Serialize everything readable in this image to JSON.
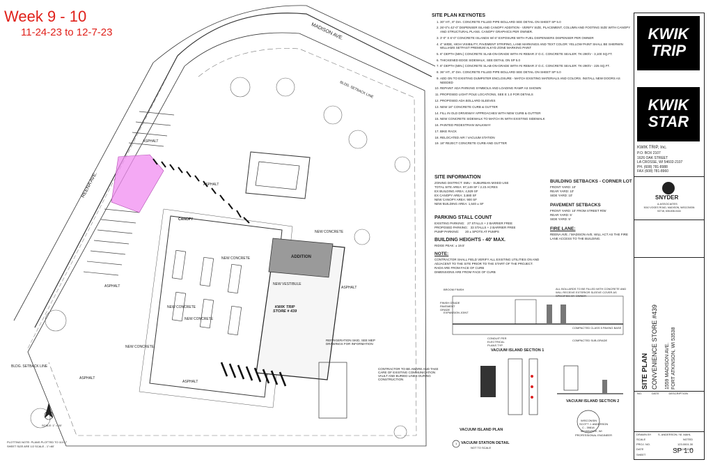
{
  "header": {
    "week": "Week 9 - 10",
    "dates": "11-24-23 to 12-7-23"
  },
  "streets": {
    "madison": "MADISON AVE.",
    "reena": "REENA AVE."
  },
  "plan_labels": {
    "asphalt": "ASPHALT",
    "new_concrete": "NEW CONCRETE",
    "canopy": "CANOPY",
    "addition": "ADDITION",
    "store": "KWIK TRIP\nSTORE # 439",
    "new_vestibule": "NEW VESTIBULE",
    "bldg_setback": "BLDG. SETBACK LINE",
    "refrig_note": "REFRIGERATION SKID, SEE MEP DRAWINGS FOR INFORMATION",
    "contractor_note": "CONTRACTOR TO BE AWARE AND TAKE CARE OF EXISTING COMMUNICATION VAULT AND BURIED LINES DURING CONSTRUCTION",
    "scale": "SCALE: 1\" = 30'",
    "plot_note1": "PLOTTING NOTE: PLANS PLOTTED TO 11X17",
    "plot_note2": "SHEET SIZE ARE 1/2 SCALE - 1\"=60'"
  },
  "keynotes": {
    "title": "SITE PLAN KEYNOTES",
    "items": [
      "30\" HT., 8\" DIA. CONCRETE FILLED PIPE BOLLARD SEE DETAIL ON SHEET SP 5.0",
      "26'-0\"x 42'-0\" DISPENSER ISLAND CANOPY ADDITION - VERIFY SIZE, PLACEMENT, COLUMN AND FOOTING SIZE WITH CANOPY AND STRUCTURAL PLANS. CANOPY GRAPHICS PER OWNER.",
      "3'-0\" X 6'-0\" CONCRETE ISLANDS W/ 6\" EXPOSURE WITH FUEL DISPENSERS DISPENSER PER OWNER",
      "4\" WIDE, HIGH VISIBILITY, PAVEMENT STRIPING, LANE MARKINGS AND TEXT COLOR: YELLOW PAINT SHALL BE SHERWIN WILLIAMS SETFAST PREMIUM ALKYD ZONE MARKING PAINT",
      "6\" DEPTH (MIN.) CONCRETE SLAB-ON-GRADE WITH #4 REBAR 3' O.C. CONCRETE SEALER: TK-290/V - 3,100 SQ.FT.",
      "THICKENED EDGE SIDEWALK, SEE DETAIL ON SP 5.0",
      "6\" DEPTH (MIN.) CONCRETE SLAB-ON-GRADE WITH #4 REBAR 3' O.C. CONCRETE SEALER: TK-290/V - 225 SQ.FT.",
      "36\" HT., 8\" DIA. CONCRETE FILLED PIPE BOLLARD SEE DETAIL ON SHEET SP 5.0",
      "ADD ON TO EXISTING DUMPSTER ENCLOSURE - MATCH EXISTING MATERIALS AND COLORS. INSTALL NEW DOORS AS NEEDED",
      "REPAINT ADA PARKING SYMBOLS AND LOADING RAMP AS SHOWN",
      "PROPOSED LIGHT POLE LOCATIONS, SEE E 1.0 FOR DETAILS",
      "PROPOSED ADA BOLLARD SLEEVES",
      "NEW 18\" CONCRETE CURB & GUTTER",
      "FILL IN OLD DRIVEWAY APPROACHES WITH NEW CURB & GUTTER",
      "NEW CONCRETE SIDEWALK TO MATCH IN WITH EXISTING SIDEWALK",
      "PAINTED PEDESTRIAN WALKWAY",
      "BIKE RACK",
      "RELOCATED AIR / VACUUM STATION",
      "18\" REJECT CONCRETE CURB AND GUTTER"
    ]
  },
  "site_info": {
    "title": "SITE INFORMATION",
    "lines": [
      "ZONING DISTRICT: SMU - SUBURBAN MIXED USE",
      "TOTAL SITE AREA: 97,149 SF / 2.23 ACRES",
      "EX BUILDING AREA: 4,929 SF",
      "EX CANOPY AREA: 3,880 SF",
      "NEW CANOPY AREA: 900 SF",
      "NEW BUILDING AREA: 1,640 ± SF"
    ]
  },
  "parking": {
    "title": "PARKING STALL COUNT",
    "lines": [
      "EXISTING PARKING:   27 STALLS + 2 BARRIER FREE",
      "PROPOSED PARKING:   33 STALLS + 2 BARRIER FREE",
      "PUMP PARKING:       20 ± SPOTS AT PUMPS"
    ]
  },
  "heights": {
    "title": "BUILDING HEIGHTS - 40' MAX.",
    "line": "RIDGE PEAK: ± 19.5'"
  },
  "note": {
    "title": "NOTE:",
    "lines": [
      "CONTRACTOR SHALL FIELD VERIFY ALL EXISTING UTILITIES ON AND ADJACENT TO THE SITE PRIOR TO THE START OF THE PROJECT.",
      "RADII ARE FROM FACE OF CURB",
      "DIMENSIONS ARE FROM FACE OF CURB"
    ]
  },
  "setbacks": {
    "title": "BUILDING SETBACKS - CORNER LOT",
    "lines": [
      "FRONT YARD: 10'",
      "REAR YARD: 10'",
      "SIDE YARD: 10'"
    ],
    "pav_title": "PAVEMENT SETBACKS",
    "pav_lines": [
      "FRONT YARD: 10' FROM STREET R/W",
      "REAR YARD: 5'",
      "SIDE YARD: 5'"
    ],
    "fire_title": "FIRE LANE:",
    "fire_line": "REENA AVE. / MADISON AVE. WILL ACT AS THE FIRE LANE ACCESS TO THE BUILDING."
  },
  "details": {
    "vac_section1": "VACUUM ISLAND SECTION 1",
    "vac_section2": "VACUUM ISLAND SECTION 2",
    "vac_plan": "VACUUM ISLAND PLAN",
    "vac_station": "VACUUM STATION DETAIL",
    "not_to_scale": "NOT TO SCALE",
    "detail_num": "1",
    "broom_finish": "BROOM FINISH",
    "finish_grade": "FINISH GRADE PAVEMENT GRADE",
    "expansion_joint": "EXPANSION JOINT",
    "conduit": "CONDUIT PER ELECTRICAL PLANS TYP.",
    "compacted": "COMPACTED CLASS 5 PAVING BASE",
    "compacted_sub": "COMPACTED SUB-GRADE",
    "bollard_note": "ALL BOLLARDS TO BE FILLED WITH CONCRETE AND WILL RECEIVE EXTERIOR SLEEVE COVER AS SPECIFIED BY OWNER",
    "stamp_name": "SCOTT J. ANDERSON",
    "stamp_num": "C - 39818",
    "stamp_city": "MILWAUKEE, WI",
    "stamp_state": "WISCONSIN",
    "stamp_role": "PROFESSIONAL ENGINEER"
  },
  "titleblock": {
    "logo1": "KWIK\nTRIP",
    "logo2": "KWIK\nSTAR",
    "company": "KWIK TRIP, Inc.",
    "address": [
      "P.O. BOX 2107",
      "1626 OAK STREET",
      "LA CROSSE, WI 54602-2107",
      "PH. (608) 781-8988",
      "FAX (608) 781-8960"
    ],
    "snyder": "SNYDER",
    "snyder_sub": "& ASSOCIATES",
    "snyder_addr": "5010 VOGES ROAD, MADISON, WISCONSIN 53718, 608-838-0444",
    "sheet_title": "SITE PLAN",
    "project": "CONVENIENCE STORE #439",
    "location1": "1559 MADISON AVE.",
    "location2": "FORT ATKINSON, WI 53538",
    "rev_header": [
      "NO.",
      "DATE",
      "DESCRIPTION"
    ],
    "drawn_by_label": "DRAWN BY",
    "drawn_by": "S. ANDERSON / M. MAHL",
    "scale_label": "SCALE",
    "scale": "NOTED",
    "proj_label": "PROJ. NO.",
    "proj": "123.0001.30",
    "date_label": "DATE",
    "date": "JULY 24, 2023",
    "sheet_label": "SHEET",
    "sheet": "SP 1.0"
  },
  "colors": {
    "highlight": "#f08cf0",
    "accent": "#e0211b"
  }
}
